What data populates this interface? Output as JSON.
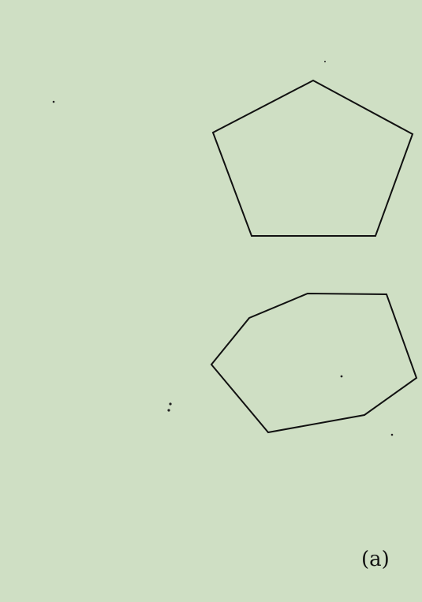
{
  "figure": {
    "label": "(a)"
  },
  "colors": {
    "background": "#cfdfc4",
    "stroke": "#111111"
  },
  "shapes": [
    {
      "name": "pentagon",
      "sides": 5
    },
    {
      "name": "heptagon",
      "sides": 7
    }
  ]
}
